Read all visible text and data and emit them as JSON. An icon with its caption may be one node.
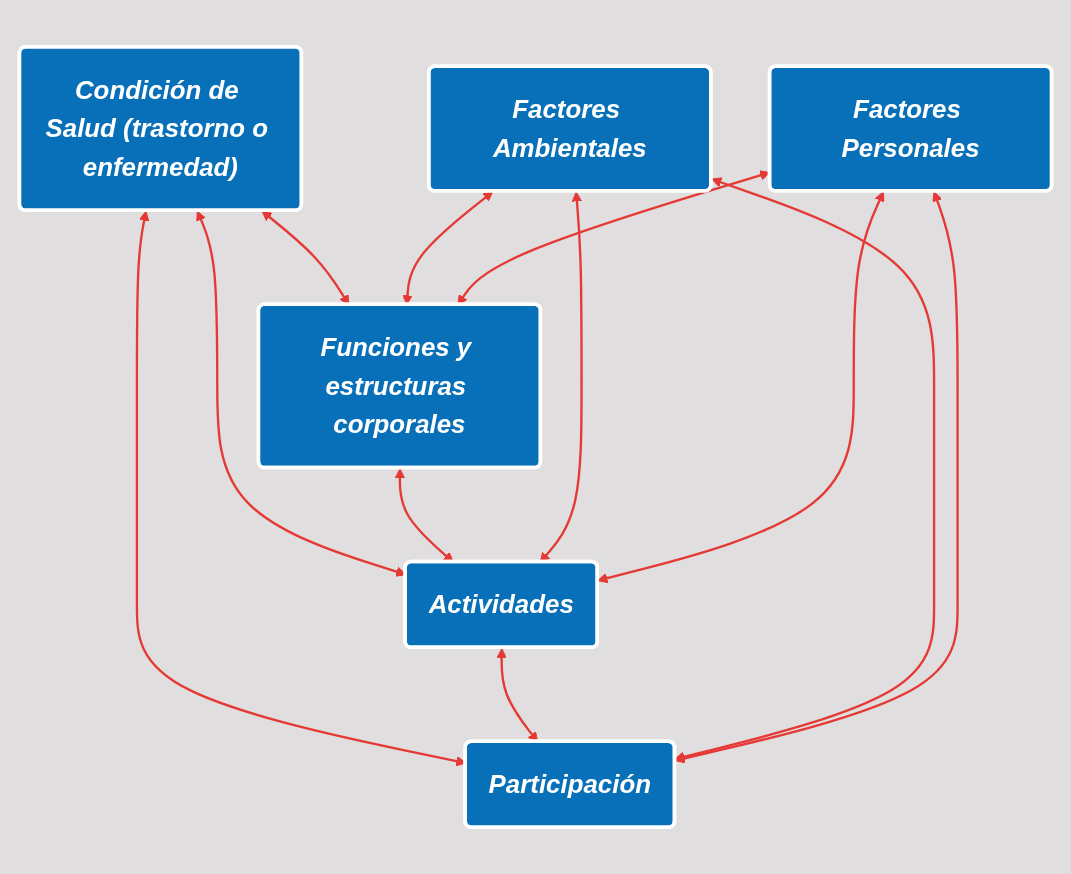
{
  "diagram": {
    "nodes": [
      {
        "text": [
          "Condición de Salud (trastorno o enfermedad)"
        ]
      },
      {
        "text": [
          "Funciones y estructuras corporales"
        ]
      },
      {
        "text": [
          "Actividades"
        ]
      },
      {
        "text": [
          "Participación"
        ]
      },
      {
        "text": [
          "Factores Ambientales"
        ]
      },
      {
        "text": [
          "Factores Personales"
        ]
      }
    ],
    "edges": [
      {
        "from": 0,
        "to": 1,
        "arrow": "both"
      },
      {
        "from": 0,
        "to": 2,
        "arrow": "both"
      },
      {
        "from": 0,
        "to": 3,
        "arrow": "both"
      },
      {
        "from": 1,
        "to": 2,
        "arrow": "both"
      },
      {
        "from": 2,
        "to": 3,
        "arrow": "both"
      },
      {
        "from": 4,
        "to": 1,
        "arrow": "both"
      },
      {
        "from": 4,
        "to": 2,
        "arrow": "both"
      },
      {
        "from": 4,
        "to": 3,
        "arrow": "both"
      },
      {
        "from": 5,
        "to": 1,
        "arrow": "both"
      },
      {
        "from": 5,
        "to": 2,
        "arrow": "both"
      },
      {
        "from": 5,
        "to": 3,
        "arrow": "both"
      }
    ]
  }
}
